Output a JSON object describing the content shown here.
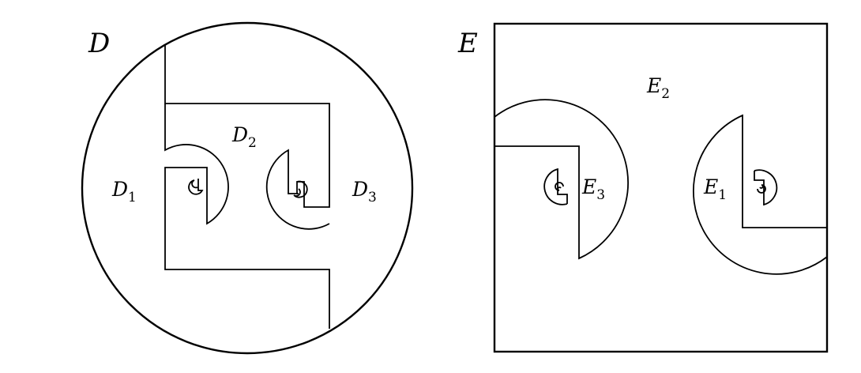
{
  "figure": {
    "stroke_color": "#000000",
    "background_color": "#ffffff",
    "left_panel": {
      "title": "D",
      "regions": [
        {
          "main": "D",
          "sub": "1"
        },
        {
          "main": "D",
          "sub": "2"
        },
        {
          "main": "D",
          "sub": "3"
        }
      ]
    },
    "right_panel": {
      "title": "E",
      "regions": [
        {
          "main": "E",
          "sub": "2"
        },
        {
          "main": "E",
          "sub": "3"
        },
        {
          "main": "E",
          "sub": "1"
        }
      ]
    }
  }
}
